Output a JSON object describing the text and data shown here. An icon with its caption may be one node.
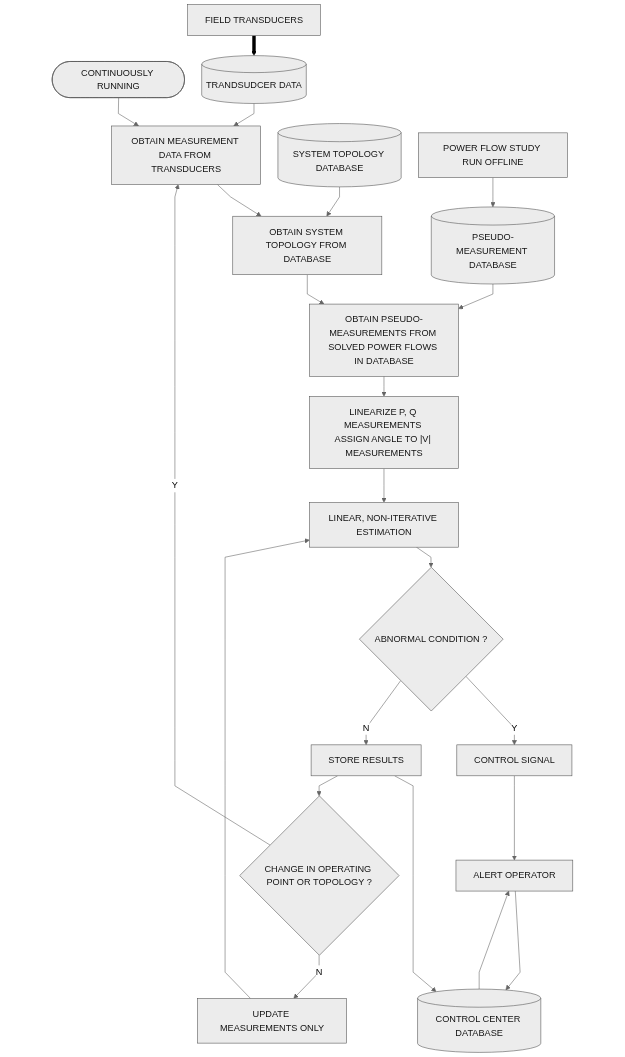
{
  "diagram": {
    "nodes": [
      {
        "text": [
          "CONTINUOUSLY RUNNING"
        ]
      },
      {
        "text": [
          "FIELD TRANSDUCERS"
        ]
      },
      {
        "text": [
          "OBTAIN MEASUREMENT DATA FROM TRANSDUCERS"
        ]
      },
      {
        "text": [
          "TRANDSUDCER DATA"
        ]
      },
      {
        "text": [
          "OBTAIN SYSTEM TOPOLOGY FROM DATABASE"
        ]
      },
      {
        "text": [
          "SYSTEM TOPOLOGY DATABASE"
        ]
      },
      {
        "text": [
          "OBTAIN PSEUDO-MEASUREMENTS FROM SOLVED POWER FLOWS IN DATABASE"
        ]
      },
      {
        "text": [
          "PSEUDO-MEASUREMENT DATABASE"
        ]
      },
      {
        "text": [
          "LINEARIZE P, Q MEASUREMENTS ASSIGN ANGLE TO |V| MEASUREMENTS"
        ]
      },
      {
        "text": [
          "POWER FLOW STUDY RUN OFFLINE"
        ]
      },
      {
        "text": [
          "LINEAR, NON-ITERATIVE ESTIMATION"
        ]
      },
      {
        "text": [
          "UPDATE MEASUREMENTS ONLY"
        ]
      },
      {
        "text": [
          "ABNORMAL CONDITION ?"
        ]
      },
      {
        "text": [
          "CONTROL SIGNAL"
        ]
      },
      {
        "text": [
          "ALERT OPERATOR"
        ]
      },
      {
        "text": [
          "STORE RESULTS"
        ]
      },
      {
        "text": [
          "CONTROL CENTER DATABASE"
        ]
      },
      {
        "text": [
          "CHANGE IN OPERATING POINT OR TOPOLOGY ?"
        ]
      }
    ],
    "edges": [
      {
        "from": 0,
        "to": 2,
        "arrow": "to"
      },
      {
        "from": 1,
        "to": 3,
        "arrow": "to",
        "style": "thick",
        "color": "#000000"
      },
      {
        "from": 3,
        "to": 2,
        "arrow": "to"
      },
      {
        "from": 2,
        "to": 4,
        "arrow": "to"
      },
      {
        "from": 5,
        "to": 4,
        "arrow": "to"
      },
      {
        "from": 4,
        "to": 6,
        "arrow": "to"
      },
      {
        "from": 7,
        "to": 6,
        "arrow": "to"
      },
      {
        "from": 9,
        "to": 7,
        "arrow": "to"
      },
      {
        "from": 6,
        "to": 8,
        "arrow": "to"
      },
      {
        "from": 8,
        "to": 10,
        "arrow": "to"
      },
      {
        "from": 11,
        "to": 10,
        "arrow": "to"
      },
      {
        "from": 10,
        "to": 12,
        "arrow": "to"
      },
      {
        "from": 12,
        "to": 13,
        "label": "Y",
        "arrow": "to"
      },
      {
        "from": 13,
        "to": 14,
        "arrow": "to"
      },
      {
        "from": 16,
        "to": 14,
        "arrow": "to"
      },
      {
        "from": 14,
        "to": 16,
        "arrow": "to"
      },
      {
        "from": 12,
        "to": 15,
        "label": "N",
        "arrow": "to"
      },
      {
        "from": 15,
        "to": 16,
        "arrow": "to"
      },
      {
        "from": 15,
        "to": 17,
        "arrow": "to"
      },
      {
        "from": 17,
        "to": 2,
        "label": "Y",
        "arrow": "to"
      },
      {
        "from": 17,
        "to": 11,
        "label": "N",
        "arrow": "to"
      }
    ]
  }
}
